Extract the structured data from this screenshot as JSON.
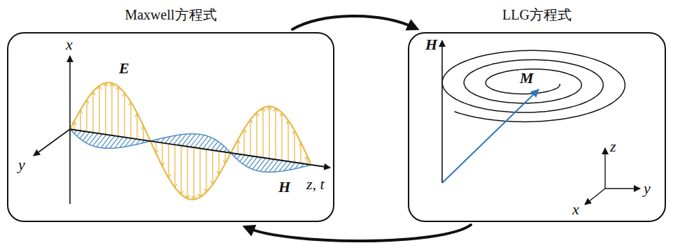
{
  "diagram": {
    "nodes": [
      {
        "text": [
          "Maxwell方程式"
        ]
      },
      {
        "text": [
          "LLG方程式"
        ]
      }
    ],
    "edges": [
      {
        "from": 0,
        "to": 1,
        "arrow": "to"
      },
      {
        "from": 1,
        "to": 0,
        "arrow": "to"
      }
    ],
    "labels": [
      "x",
      "E",
      "y",
      "H",
      "z, t",
      "H",
      "M",
      "z",
      "y",
      "x"
    ]
  }
}
